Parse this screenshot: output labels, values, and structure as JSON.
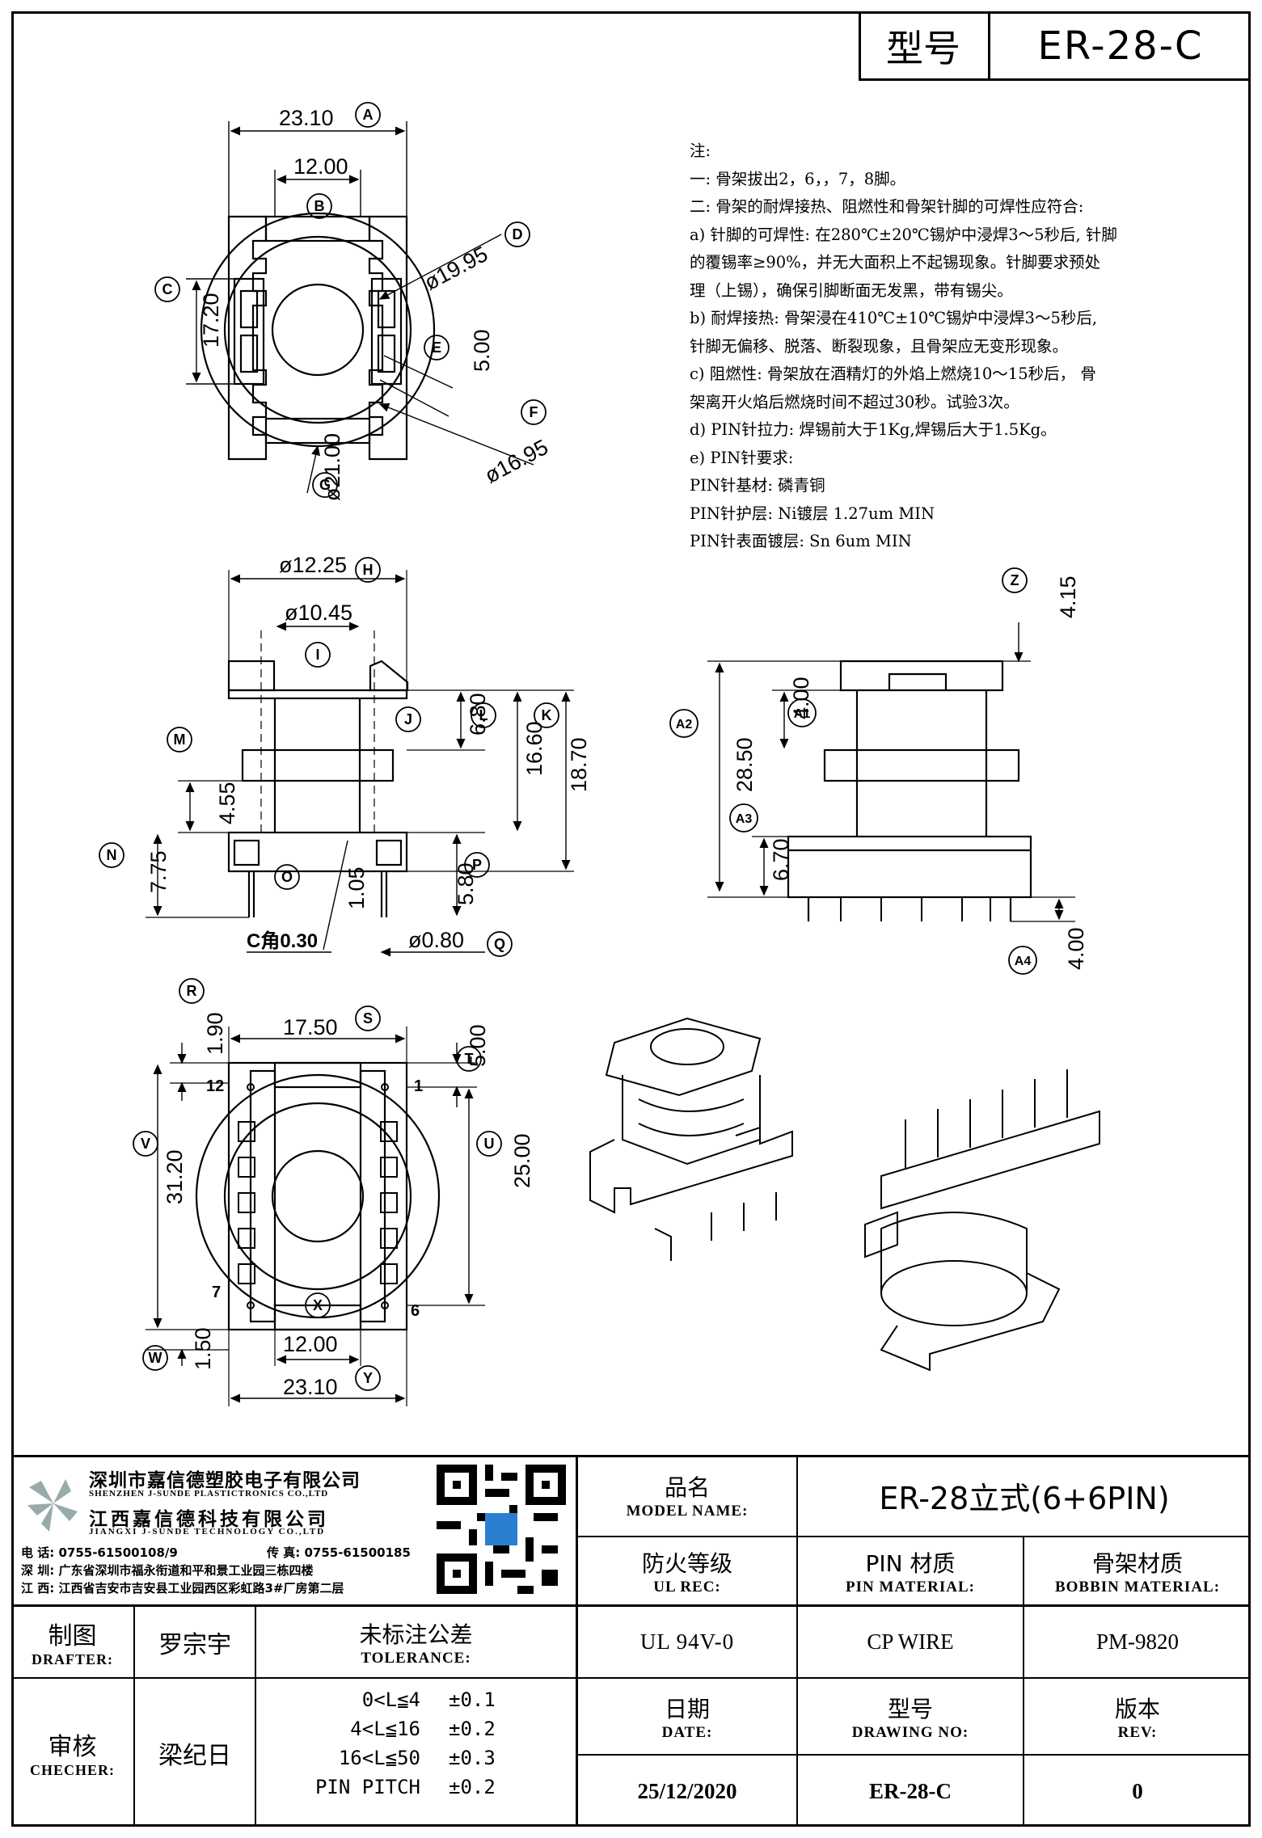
{
  "header": {
    "model_label": "型号",
    "model_value": "ER-28-C"
  },
  "notes": [
    "注:",
    "一: 骨架拔出2，6，，7，8脚。",
    "二: 骨架的耐焊接热、阻燃性和骨架针脚的可焊性应符合:",
    "a) 针脚的可焊性: 在280℃±20℃锡炉中浸焊3～5秒后, 针脚",
    "的覆锡率≥90%，并无大面积上不起锡现象。针脚要求预处",
    "理（上锡），确保引脚断面无发黑，带有锡尖。",
    "b) 耐焊接热: 骨架浸在410℃±10℃锡炉中浸焊3～5秒后,",
    "针脚无偏移、脱落、断裂现象，且骨架应无变形现象。",
    "c) 阻燃性: 骨架放在酒精灯的外焰上燃烧10～15秒后， 骨",
    "架离开火焰后燃烧时间不超过30秒。试验3次。",
    "d) PIN针拉力: 焊锡前大于1Kg,焊锡后大于1.5Kg。",
    "e) PIN针要求:",
    "PIN针基材: 磷青铜",
    "PIN针护层: Ni镀层 1.27um MIN",
    "PIN针表面镀层: Sn 6um MIN"
  ],
  "top_view": {
    "dims": [
      "23.10",
      "12.00",
      "ø19.95",
      "17.20",
      "5.00",
      "ø16.95",
      "ø21.00"
    ],
    "labels": [
      "A",
      "B",
      "C",
      "D",
      "E",
      "F",
      "G"
    ]
  },
  "side_view": {
    "dims": [
      "ø12.25",
      "ø10.45",
      "6.80",
      "16.60",
      "18.70",
      "4.55",
      "7.75",
      "1.05",
      "5.80",
      "C角0.30",
      "ø0.80"
    ],
    "labels": [
      "H",
      "I",
      "J",
      "L",
      "K",
      "M",
      "N",
      "O",
      "P",
      "Q"
    ]
  },
  "right_view": {
    "dims": [
      "4.15",
      "4.00",
      "28.50",
      "6.70",
      "4.00"
    ],
    "labels": [
      "Z",
      "A1",
      "A2",
      "A3",
      "A4"
    ]
  },
  "bottom_view": {
    "dims": [
      "17.50",
      "1.90",
      "5.00",
      "31.20",
      "25.00",
      "12.00",
      "1.50",
      "23.10"
    ],
    "labels": [
      "R",
      "S",
      "T",
      "V",
      "U",
      "X",
      "W",
      "Y"
    ],
    "pins": [
      "12",
      "1",
      "7",
      "6"
    ]
  },
  "company": {
    "name_sz": "深圳市嘉信德塑胶电子有限公司",
    "name_sz_en": "SHENZHEN J-SUNDE PLASTICTRONICS CO.,LTD",
    "name_jx": "江西嘉信德科技有限公司",
    "name_jx_en": "JIANGXI J-SUNDE TECHNOLOGY CO.,LTD",
    "phone": "电 话: 0755-61500108/9",
    "fax": "传 真: 0755-61500185",
    "addr_sz": "深 圳: 广东省深圳市福永衔道和平和景工业园三栋四楼",
    "addr_jx": "江 西: 江西省吉安市吉安县工业园西区彩虹路3#厂房第二层"
  },
  "title_block": {
    "model_name_cn": "品名",
    "model_name_en": "MODEL NAME:",
    "model_name_value": "ER-28立式(6+6PIN)",
    "ul_cn": "防火等级",
    "ul_en": "UL REC:",
    "ul_value": "UL 94V-0",
    "pin_cn": "PIN 材质",
    "pin_en": "PIN MATERIAL:",
    "pin_value": "CP WIRE",
    "bobbin_cn": "骨架材质",
    "bobbin_en": "BOBBIN MATERIAL:",
    "bobbin_value": "PM-9820",
    "drafter_cn": "制图",
    "drafter_en": "DRAFTER:",
    "drafter_value": "罗宗宇",
    "checker_cn": "审核",
    "checker_en": "CHECHER:",
    "checker_value": "梁纪日",
    "tolerance_cn": "未标注公差",
    "tolerance_en": "TOLERANCE:",
    "tolerances": [
      {
        "range": "0<L≦4",
        "value": "±0.1"
      },
      {
        "range": "4<L≦16",
        "value": "±0.2"
      },
      {
        "range": "16<L≦50",
        "value": "±0.3"
      },
      {
        "range": "PIN PITCH",
        "value": "±0.2"
      }
    ],
    "date_cn": "日期",
    "date_en": "DATE:",
    "date_value": "25/12/2020",
    "drawing_cn": "型号",
    "drawing_en": "DRAWING NO:",
    "drawing_value": "ER-28-C",
    "rev_cn": "版本",
    "rev_en": "REV:",
    "rev_value": "0"
  }
}
